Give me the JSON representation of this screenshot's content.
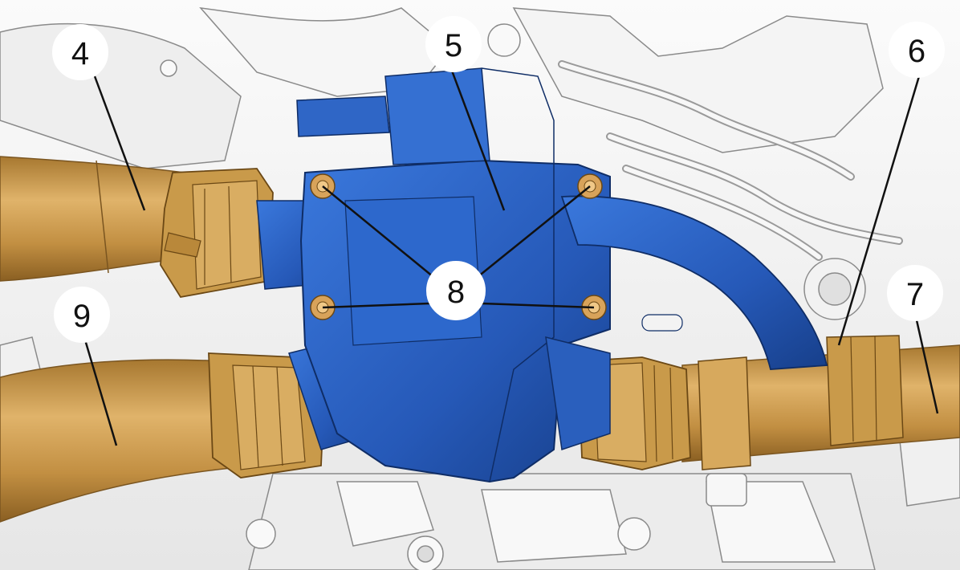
{
  "colors": {
    "engine": "#f3f3f3",
    "engine_line": "#8a8a8a",
    "thermostat": "#2a63c6",
    "thermostat_dark": "#1d4796",
    "hose": "#c99a4a",
    "hose_dark": "#9c7130",
    "bolt": "#d8a35a",
    "callout_bg": "#ffffff",
    "callout_line": "#111111"
  },
  "callouts": [
    {
      "id": "4",
      "label": "4",
      "part": "upper-hose"
    },
    {
      "id": "5",
      "label": "5",
      "part": "thermostat-housing"
    },
    {
      "id": "6",
      "label": "6",
      "part": "hose-clip"
    },
    {
      "id": "7",
      "label": "7",
      "part": "right-hose"
    },
    {
      "id": "8",
      "label": "8",
      "part": "mounting-bolts"
    },
    {
      "id": "9",
      "label": "9",
      "part": "lower-hose"
    }
  ]
}
